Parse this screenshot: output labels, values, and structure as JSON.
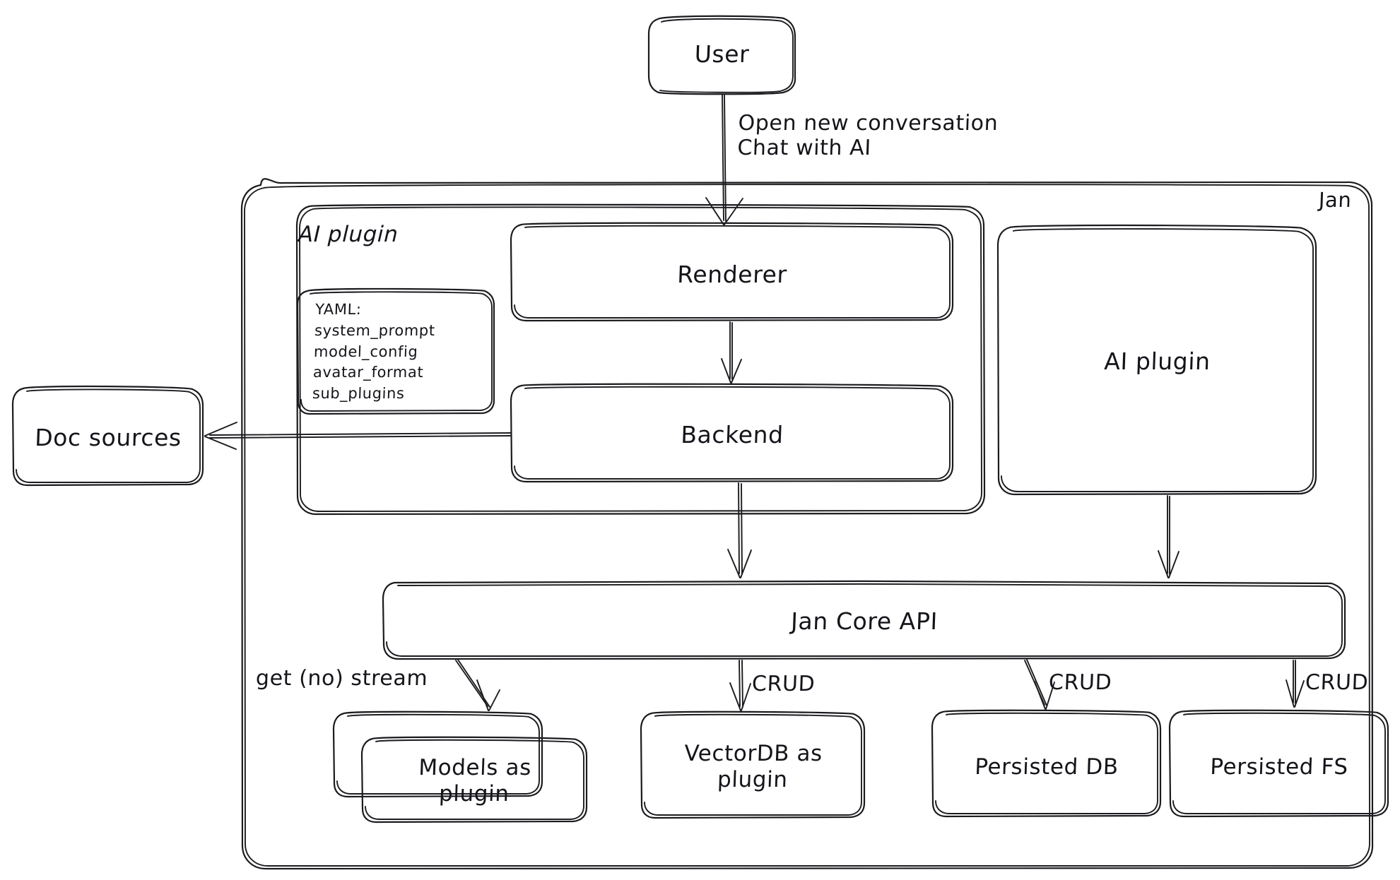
{
  "diagram": {
    "title": "Jan architecture diagram",
    "style": "hand-drawn",
    "stroke_color": "#1b1b1f",
    "background_color": "#ffffff"
  },
  "nodes": {
    "user": {
      "label": "User"
    },
    "jan_container": {
      "label": "Jan"
    },
    "ai_plugin_group": {
      "label": "AI plugin"
    },
    "yaml_note": {
      "label": "YAML:\nsystem_prompt\nmodel_config\navatar_format\nsub_plugins"
    },
    "renderer": {
      "label": "Renderer"
    },
    "backend": {
      "label": "Backend"
    },
    "doc_sources": {
      "label": "Doc sources"
    },
    "ai_plugin_box": {
      "label": "AI plugin"
    },
    "jan_core_api": {
      "label": "Jan Core API"
    },
    "models_plugin": {
      "label": "Models as\nplugin"
    },
    "vectordb_plugin": {
      "label": "VectorDB as\nplugin"
    },
    "persisted_db": {
      "label": "Persisted DB"
    },
    "persisted_fs": {
      "label": "Persisted FS"
    }
  },
  "edges": [
    {
      "id": "user-to-renderer",
      "from": "user",
      "to": "renderer",
      "label": "Open new conversation\nChat with AI"
    },
    {
      "id": "renderer-to-backend",
      "from": "renderer",
      "to": "backend",
      "label": ""
    },
    {
      "id": "backend-to-doc-sources",
      "from": "backend",
      "to": "doc_sources",
      "label": ""
    },
    {
      "id": "backend-to-core-api",
      "from": "backend",
      "to": "jan_core_api",
      "label": ""
    },
    {
      "id": "ai-plugin-to-core-api",
      "from": "ai_plugin_box",
      "to": "jan_core_api",
      "label": ""
    },
    {
      "id": "core-api-to-models",
      "from": "jan_core_api",
      "to": "models_plugin",
      "label": "get (no) stream"
    },
    {
      "id": "core-api-to-vectordb",
      "from": "jan_core_api",
      "to": "vectordb_plugin",
      "label": "CRUD"
    },
    {
      "id": "core-api-to-persisted-db",
      "from": "jan_core_api",
      "to": "persisted_db",
      "label": "CRUD"
    },
    {
      "id": "core-api-to-persisted-fs",
      "from": "jan_core_api",
      "to": "persisted_fs",
      "label": "CRUD"
    }
  ]
}
